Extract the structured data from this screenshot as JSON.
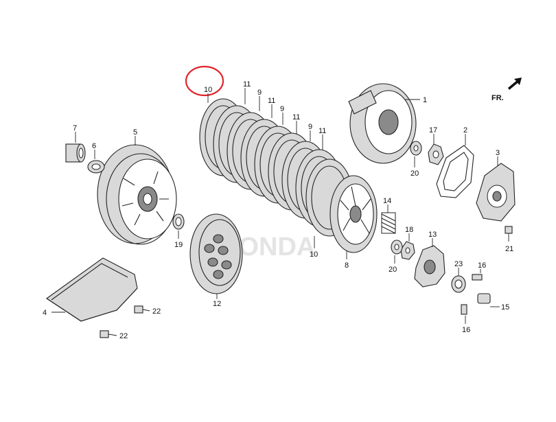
{
  "watermark": "HONDA",
  "direction_label": "FR.",
  "highlight_color": "#e0262b",
  "callouts": {
    "p1": "1",
    "p2": "2",
    "p3": "3",
    "p4": "4",
    "p5": "5",
    "p6": "6",
    "p7": "7",
    "p8": "8",
    "p10a": "10",
    "p11a": "11",
    "p9a": "9",
    "p11b": "11",
    "p9b": "9",
    "p11c": "11",
    "p9c": "9",
    "p11d": "11",
    "p10b": "10",
    "p12": "12",
    "p13": "13",
    "p14": "14",
    "p15": "15",
    "p16a": "16",
    "p16b": "16",
    "p17": "17",
    "p18": "18",
    "p19": "19",
    "p20a": "20",
    "p20b": "20",
    "p21": "21",
    "p22a": "22",
    "p22b": "22",
    "p23": "23"
  }
}
